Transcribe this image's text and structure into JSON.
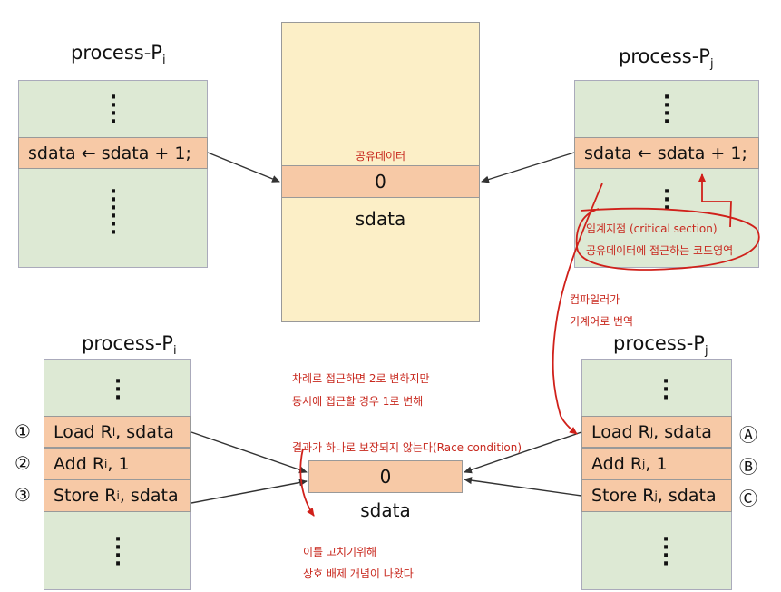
{
  "top": {
    "left_process_title": "process-P",
    "left_process_sub": "i",
    "right_process_title": "process-P",
    "right_process_sub": "j",
    "left_statement": "sdata ← sdata + 1;",
    "right_statement": "sdata ← sdata + 1;",
    "shared_label_ko": "공유데이터",
    "shared_value": "0",
    "shared_name": "sdata",
    "note_critical_1": "임계지점 (critical section)",
    "note_critical_2": "공유데이터에 접근하는 코드영역",
    "note_compiler_1": "컴파일러가",
    "note_compiler_2": "기계어로 번역"
  },
  "bottom": {
    "left_process_title": "process-P",
    "left_process_sub": "i",
    "right_process_title": "process-P",
    "right_process_sub": "j",
    "left_rows": [
      {
        "marker": "①",
        "op": "Load R",
        "sub": "i",
        "rest": " , sdata"
      },
      {
        "marker": "②",
        "op": "Add R",
        "sub": "i",
        "rest": ", 1"
      },
      {
        "marker": "③",
        "op": "Store R",
        "sub": "i",
        "rest": ", sdata"
      }
    ],
    "right_rows": [
      {
        "marker": "Ⓐ",
        "op": "Load R",
        "sub": "j",
        "rest": ", sdata"
      },
      {
        "marker": "Ⓑ",
        "op": "Add R",
        "sub": "j",
        "rest": ", 1"
      },
      {
        "marker": "Ⓒ",
        "op": "Store R",
        "sub": "j",
        "rest": ", sdata"
      }
    ],
    "shared_value": "0",
    "shared_name": "sdata",
    "note_race_1": "차례로 접근하면 2로 변하지만",
    "note_race_2": "동시에 접근할 경우 1로 변해",
    "note_race_3": "결과가 하나로 보장되지 않는다(Race condition)",
    "note_mutex_1": "이를 고치기위해",
    "note_mutex_2": "상호 배제 개념이 나왔다"
  }
}
